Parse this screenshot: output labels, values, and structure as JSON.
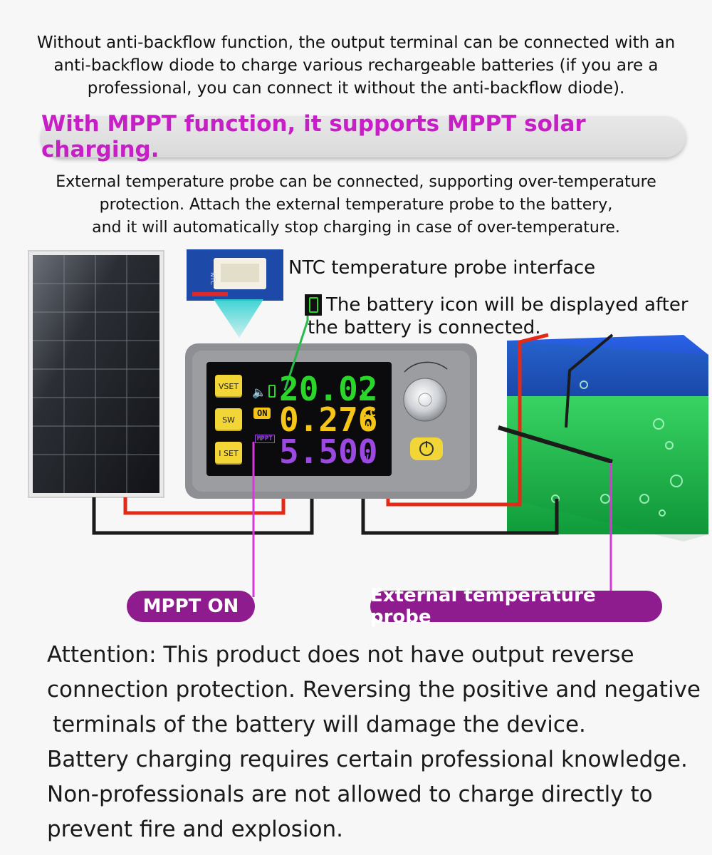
{
  "intro": {
    "line1": "Without anti-backflow function, the output terminal can be connected with an",
    "line2": "anti-backflow diode to charge various rechargeable batteries (if you are a",
    "line3": "professional, you can connect it without the anti-backflow diode)."
  },
  "banner": "With MPPT function, it supports MPPT solar charging.",
  "temp_text": {
    "line1": "External temperature probe can be connected, supporting over-temperature",
    "line2": "protection. Attach the external temperature probe to the battery,",
    "line3": "and it will automatically stop charging in case of over-temperature."
  },
  "annotations": {
    "ntc": "NTC temperature probe interface",
    "battery_line1": "The battery icon will be displayed after",
    "battery_line2": "the battery is connected.",
    "mppt_on": "MPPT ON",
    "probe": "External temperature probe"
  },
  "device": {
    "buttons": {
      "vset": "VSET",
      "sw": "SW",
      "iset": "I SET"
    },
    "voltage": "20.02",
    "voltage_unit": "V",
    "current": "0.276",
    "current_unit": "A",
    "cc": "CC",
    "power": "5.500",
    "power_unit": "W",
    "on_badge": "ON",
    "mppt_badge": "MPPT",
    "connector_label": "NTC"
  },
  "attention": {
    "line1": "Attention: This product does not have output reverse",
    "line2": "connection protection. Reversing the positive and negative",
    "line3": "terminals of the battery will damage the device.",
    "line4": "Battery charging requires certain professional knowledge.",
    "line5": "Non-professionals are not allowed to charge directly to",
    "line6": "prevent fire and explosion."
  },
  "colors": {
    "banner_text": "#c51fc5",
    "pill_bg": "#8e1c8e",
    "voltage": "#2bd62b",
    "current": "#f5c518",
    "power": "#9b49e0",
    "callout_line": "#d63ad6"
  }
}
